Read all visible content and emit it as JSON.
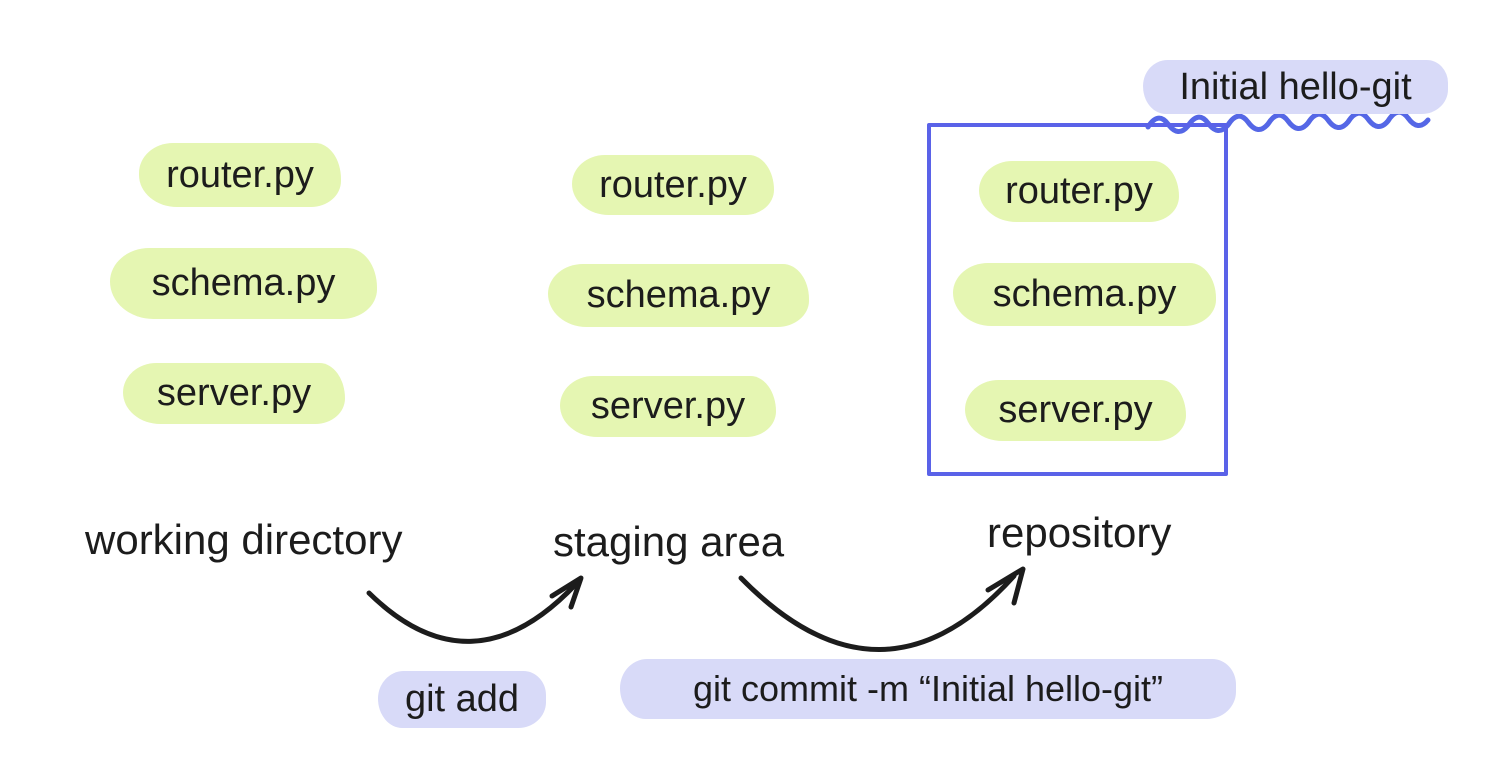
{
  "columns": [
    {
      "label": "working directory",
      "files": [
        "router.py",
        "schema.py",
        "server.py"
      ]
    },
    {
      "label": "staging area",
      "files": [
        "router.py",
        "schema.py",
        "server.py"
      ]
    },
    {
      "label": "repository",
      "files": [
        "router.py",
        "schema.py",
        "server.py"
      ]
    }
  ],
  "commit_tag": "Initial hello-git",
  "commands": {
    "add": "git add",
    "commit": "git commit -m “Initial hello-git”"
  },
  "colors": {
    "file_highlight": "#e5f6b2",
    "command_highlight": "#d8daf8",
    "repository_box": "#5a62e8",
    "squiggle": "#5567e6",
    "ink": "#1c1c1c",
    "background": "#ffffff"
  }
}
